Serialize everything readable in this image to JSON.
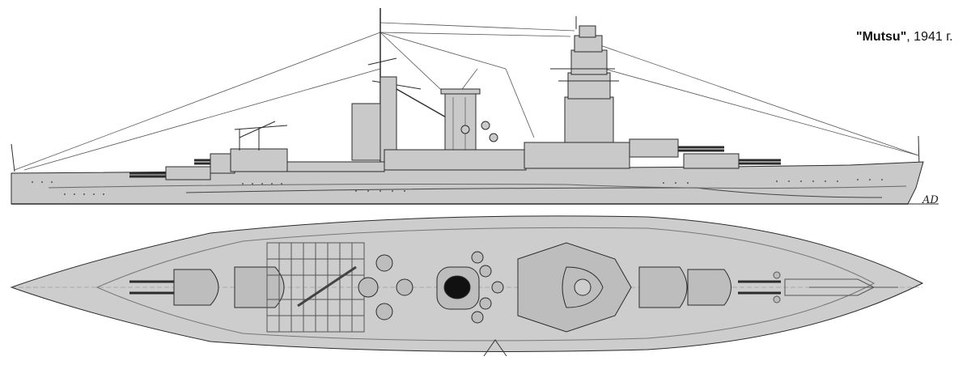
{
  "caption": {
    "ship_name": "\"Mutsu\"",
    "separator": ", ",
    "year": "1941 г."
  },
  "signature": "AD",
  "colors": {
    "hull": "#c9c9c9",
    "hull_dark": "#a9a9a9",
    "deck": "#cdcdcd",
    "line": "#2b2b2b",
    "rigging": "#555555",
    "background": "#ffffff"
  }
}
